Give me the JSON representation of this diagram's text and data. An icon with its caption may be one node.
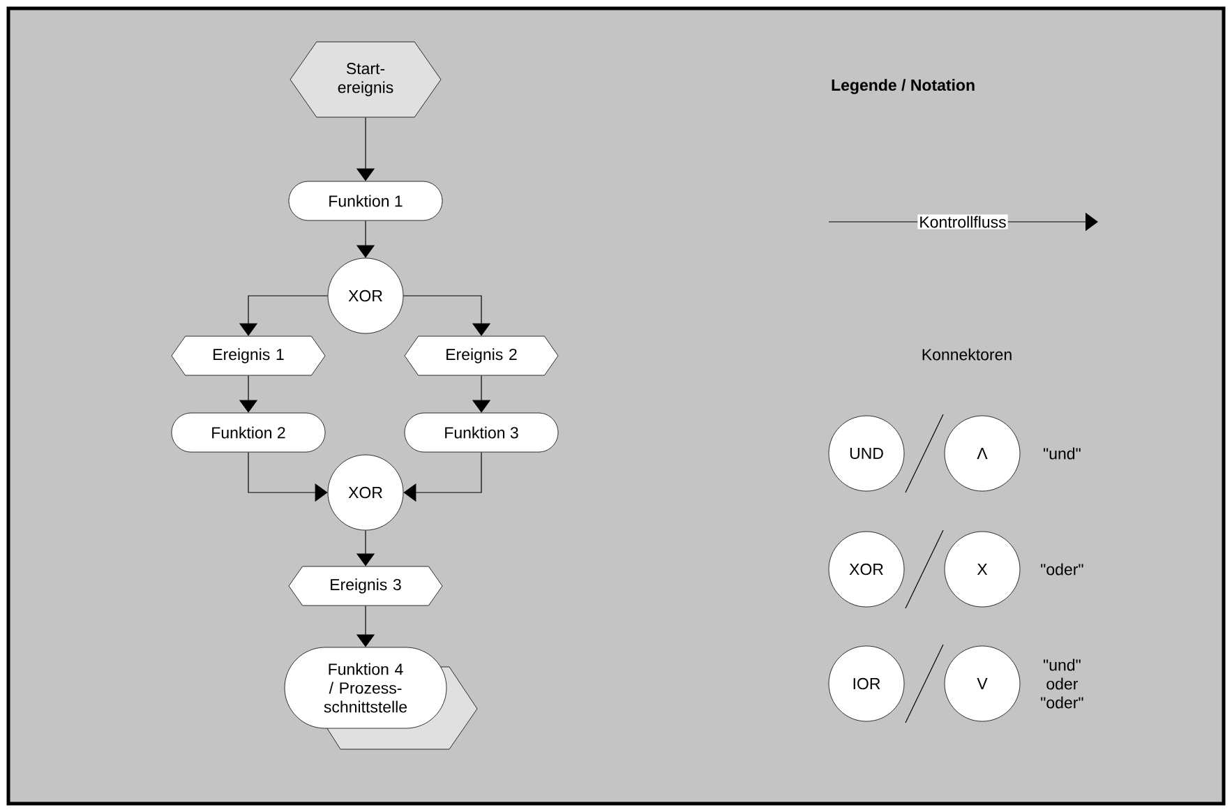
{
  "diagram": {
    "nodes": [
      {
        "text": [
          "Start-ereignis"
        ]
      },
      {
        "text": [
          "Funktion 1"
        ]
      },
      {
        "text": [
          "XOR"
        ]
      },
      {
        "text": [
          "Ereignis 1"
        ]
      },
      {
        "text": [
          "Ereignis 2"
        ]
      },
      {
        "text": [
          "Funktion 2"
        ]
      },
      {
        "text": [
          "Funktion 3"
        ]
      },
      {
        "text": [
          "XOR"
        ]
      },
      {
        "text": [
          "Ereignis 3"
        ]
      },
      {
        "text": [
          "Funktion 4 / Prozess-schnittstelle"
        ]
      },
      {
        "text": [
          "UND"
        ]
      },
      {
        "text": [
          "Λ"
        ],
        "beside": [
          "\"und\""
        ]
      },
      {
        "text": [
          "XOR"
        ]
      },
      {
        "text": [
          "X"
        ],
        "beside": [
          "\"oder\""
        ]
      },
      {
        "text": [
          "IOR"
        ]
      },
      {
        "text": [
          "V"
        ],
        "beside": [
          "\"und\" oder \"oder\""
        ]
      }
    ],
    "edges": [
      {
        "from": 0,
        "to": 1,
        "arrow": "to"
      },
      {
        "from": 1,
        "to": 2,
        "arrow": "to"
      },
      {
        "from": 2,
        "to": 3,
        "arrow": "to"
      },
      {
        "from": 2,
        "to": 4,
        "arrow": "to"
      },
      {
        "from": 3,
        "to": 5,
        "arrow": "to"
      },
      {
        "from": 4,
        "to": 6,
        "arrow": "to"
      },
      {
        "from": 5,
        "to": 7,
        "arrow": "to"
      },
      {
        "from": 6,
        "to": 7,
        "arrow": "to"
      },
      {
        "from": 7,
        "to": 8,
        "arrow": "to"
      },
      {
        "from": 8,
        "to": 9,
        "arrow": "to"
      }
    ],
    "labels": [
      "Legende / Notation",
      "Konnektoren"
    ],
    "legend": [
      {
        "text": "Kontrollfluss"
      }
    ]
  }
}
